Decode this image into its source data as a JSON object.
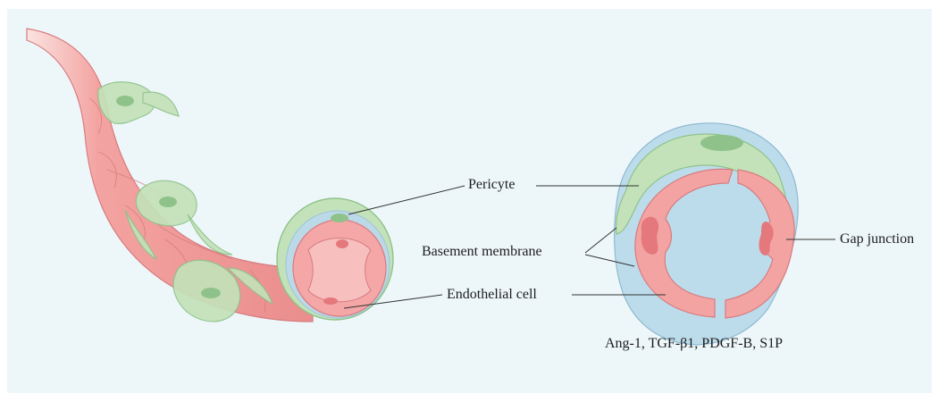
{
  "labels": {
    "pericyte": "Pericyte",
    "basement_membrane": "Basement membrane",
    "endothelial_cell": "Endothelial cell",
    "gap_junction": "Gap junction",
    "factors": "Ang-1, TGF-β1, PDGF-B, S1P"
  },
  "colors": {
    "background": "#edf7fa",
    "endothelium": "#f3a2a2",
    "endothelium_dark": "#e07c80",
    "pericyte": "#b9ddb0",
    "pericyte_dark": "#8fc28a",
    "basement_membrane": "#b5d6e8"
  }
}
